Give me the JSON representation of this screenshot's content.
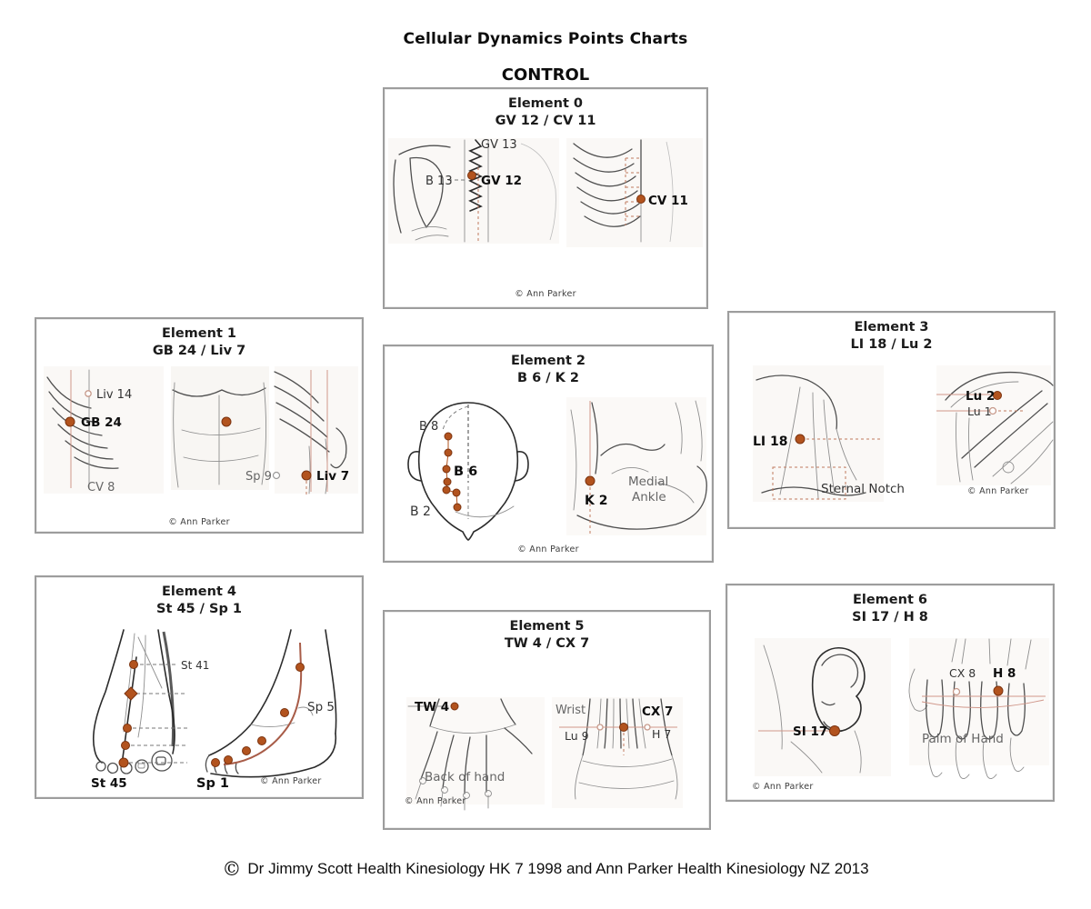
{
  "page": {
    "title": "Cellular Dynamics Points Charts",
    "subtitle": "CONTROL",
    "footer_symbol": "©",
    "footer_text": "Dr Jimmy Scott Health Kinesiology HK 7 1998 and Ann Parker Health Kinesiology NZ 2013"
  },
  "credit": "© Ann Parker",
  "colors": {
    "point": "#b2531e",
    "meridian": "#a85c48",
    "panel_border": "#9d9d9d"
  },
  "panels": {
    "e0": {
      "title": "Element 0",
      "points": "GV 12 / CV 11",
      "labels": {
        "gv13": "GV 13",
        "b13": "B 13",
        "gv12": "GV 12",
        "cv11": "CV 11"
      }
    },
    "e1": {
      "title": "Element 1",
      "points": "GB 24 / Liv 7",
      "labels": {
        "liv14": "Liv 14",
        "gb24": "GB 24",
        "cv8": "CV 8",
        "sp9": "Sp 9",
        "liv7": "Liv 7"
      }
    },
    "e2": {
      "title": "Element 2",
      "points": "B 6 / K 2",
      "labels": {
        "b8": "B 8",
        "b6": "B 6",
        "b2": "B 2",
        "k2": "K 2",
        "medial": "Medial",
        "ankle": "Ankle"
      }
    },
    "e3": {
      "title": "Element 3",
      "points": "LI 18 / Lu 2",
      "labels": {
        "li18": "LI 18",
        "lu2": "Lu 2",
        "lu1": "Lu 1",
        "sternal_notch": "Sternal Notch"
      }
    },
    "e4": {
      "title": "Element 4",
      "points": "St 45 / Sp 1",
      "labels": {
        "st41": "St 41",
        "st45": "St 45",
        "sp5": "Sp 5",
        "sp1": "Sp 1"
      }
    },
    "e5": {
      "title": "Element 5",
      "points": "TW 4 / CX 7",
      "labels": {
        "tw4": "TW 4",
        "wrist": "Wrist",
        "cx7": "CX 7",
        "lu9": "Lu 9",
        "h7": "H 7",
        "back_of_hand": "Back of hand"
      }
    },
    "e6": {
      "title": "Element 6",
      "points": "SI 17 / H 8",
      "labels": {
        "si17": "SI 17",
        "cx8": "CX 8",
        "h8": "H 8",
        "palm_of_hand": "Palm of Hand"
      }
    }
  }
}
